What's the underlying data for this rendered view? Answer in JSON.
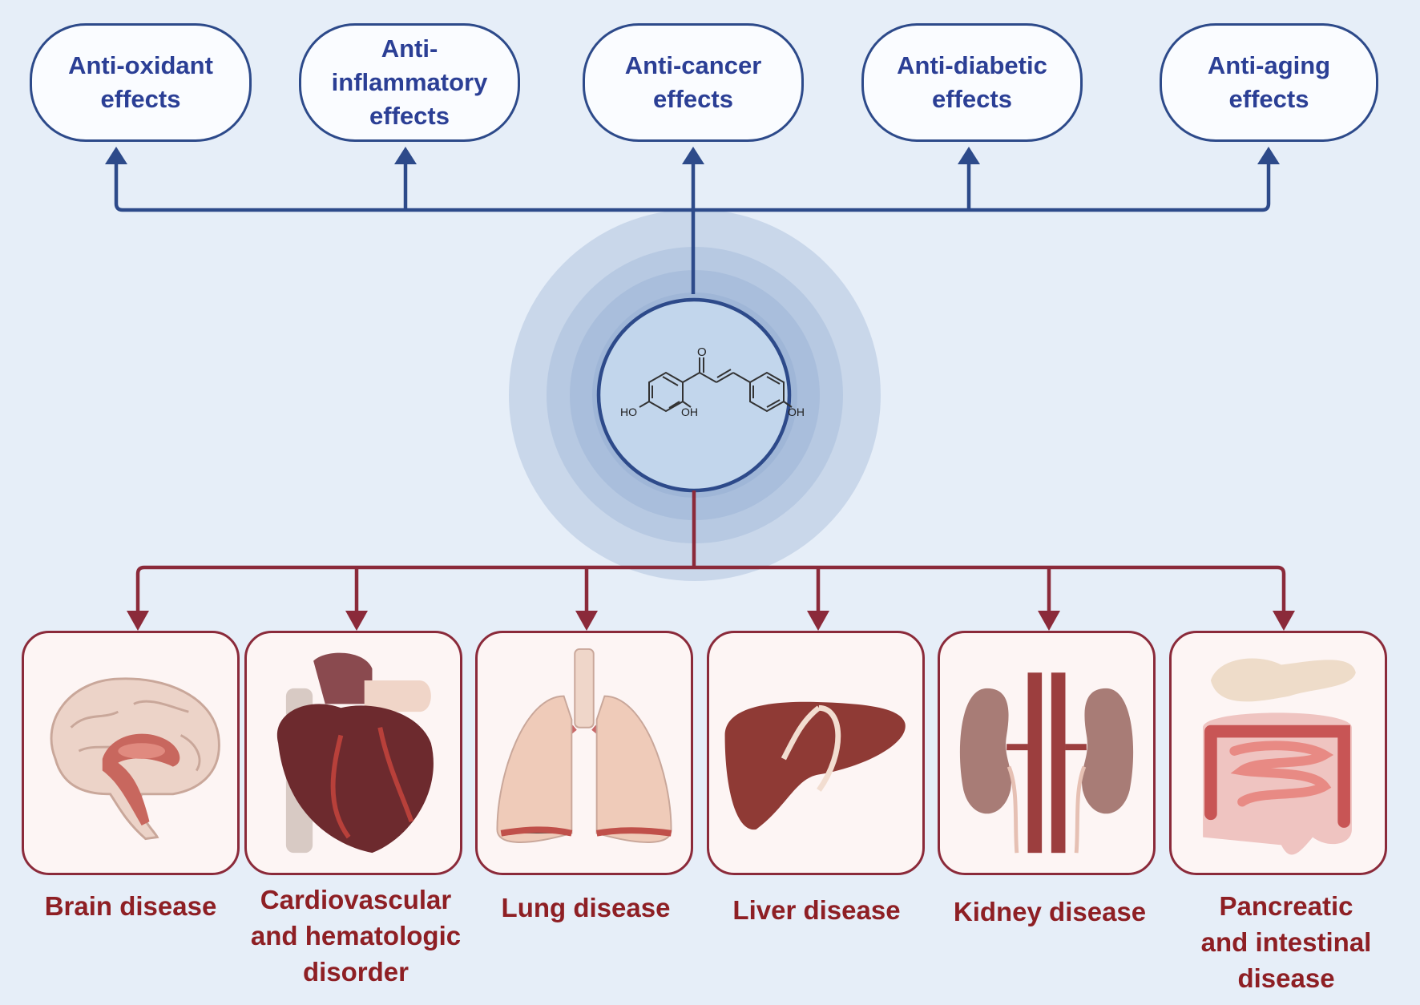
{
  "effects": [
    {
      "label": "Anti-oxidant\neffects"
    },
    {
      "label": "Anti-\ninflammatory\neffects"
    },
    {
      "label": "Anti-cancer\neffects"
    },
    {
      "label": "Anti-diabetic\neffects"
    },
    {
      "label": "Anti-aging\neffects"
    }
  ],
  "molecule": {
    "atom_O": "O",
    "atom_HO_left": "HO",
    "atom_OH_mid": "OH",
    "atom_OH_right": "OH"
  },
  "diseases": [
    {
      "label": "Brain disease",
      "icon": "brain-icon"
    },
    {
      "label": "Cardiovascular\nand hematologic\ndisorder",
      "icon": "heart-icon"
    },
    {
      "label": "Lung disease",
      "icon": "lungs-icon"
    },
    {
      "label": "Liver disease",
      "icon": "liver-icon"
    },
    {
      "label": "Kidney disease",
      "icon": "kidneys-icon"
    },
    {
      "label": "Pancreatic\nand intestinal\ndisease",
      "icon": "intestine-icon"
    }
  ],
  "colors": {
    "background": "#e6eef8",
    "effect_blue": "#2d4a8a",
    "disease_red": "#8e1f24",
    "halo": "#b8cbe4"
  }
}
